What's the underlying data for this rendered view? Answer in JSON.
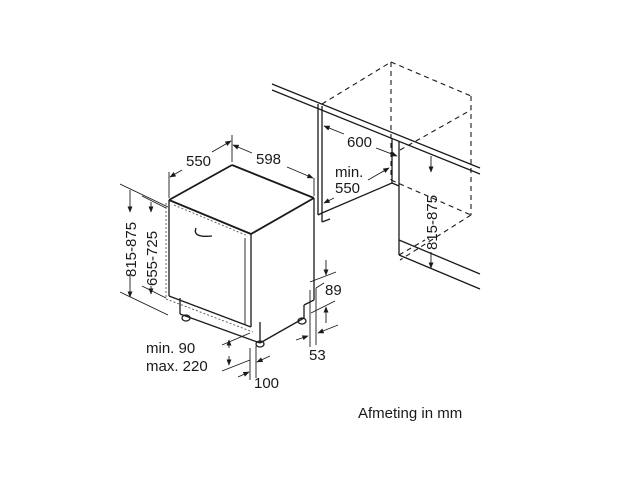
{
  "diagram": {
    "type": "installation-dimension-drawing",
    "subject": "built-in dishwasher",
    "unit_note": "Afmeting in mm",
    "dimensions": {
      "appliance_depth": "550",
      "appliance_width": "598",
      "niche_width": "600",
      "niche_depth_min_line1": "min.",
      "niche_depth_min_line2": "550",
      "niche_height_left": "815-875",
      "door_height": "655-725",
      "niche_height_right": "815-875",
      "plinth_height_1": "89",
      "plinth_height_2": "53",
      "plinth_min_line1": "min. 90",
      "plinth_max_line2": "max. 220",
      "plinth_setback": "100"
    }
  }
}
